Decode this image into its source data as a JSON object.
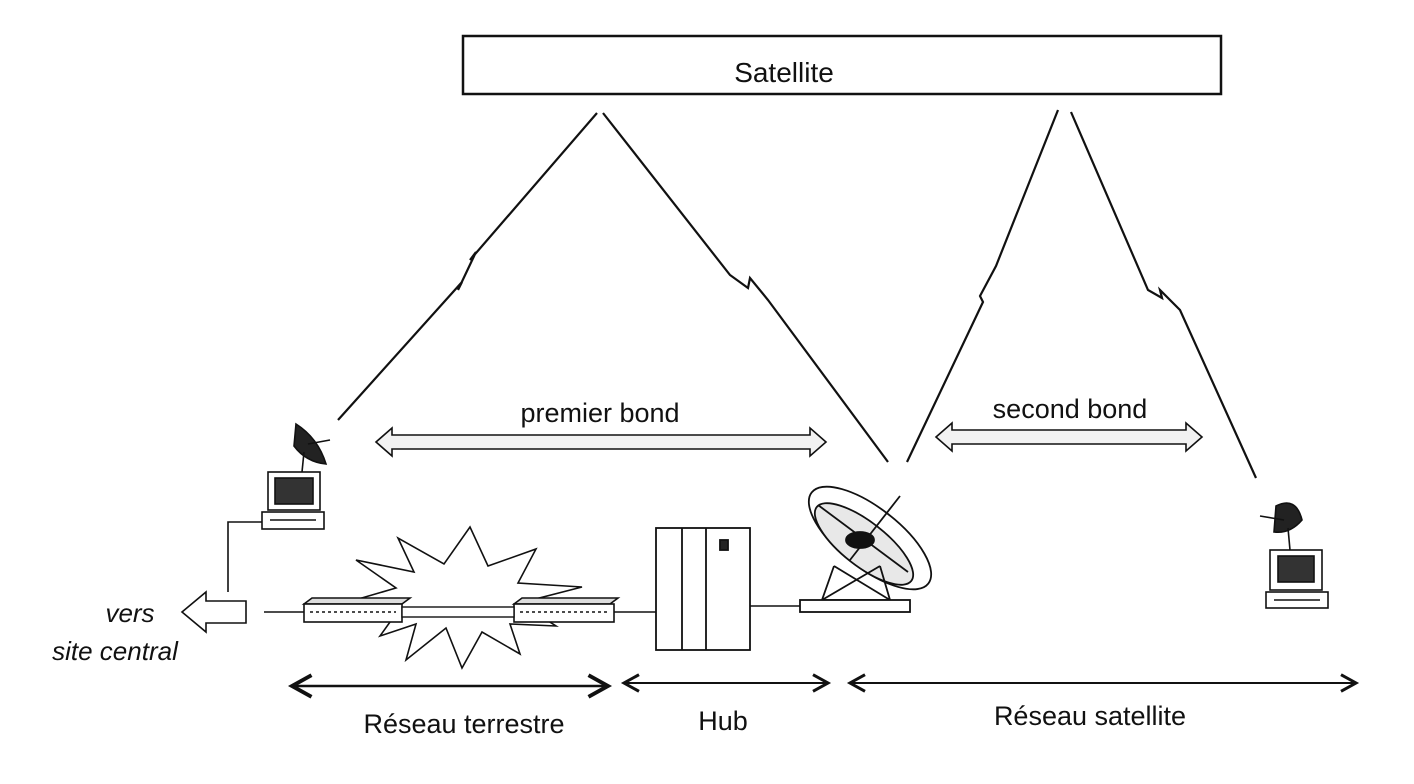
{
  "satellite": {
    "label": "Satellite"
  },
  "hops": {
    "first": "premier bond",
    "second": "second bond"
  },
  "destination": {
    "line1": "vers",
    "line2": "site central"
  },
  "segments": {
    "terrestrial": "Réseau terrestre",
    "hub": "Hub",
    "satellite_net": "Réseau satellite"
  },
  "icons": [
    "satellite-box-icon",
    "radio-link-icon",
    "vsat-terminal-icon",
    "hub-rack-icon",
    "parabolic-dish-icon",
    "router-icon",
    "network-cloud-burst-icon",
    "outbound-arrow-icon"
  ],
  "colors": {
    "ink": "#111111",
    "paper": "#ffffff",
    "hollow_arrow_fill": "#f2f2f2"
  }
}
